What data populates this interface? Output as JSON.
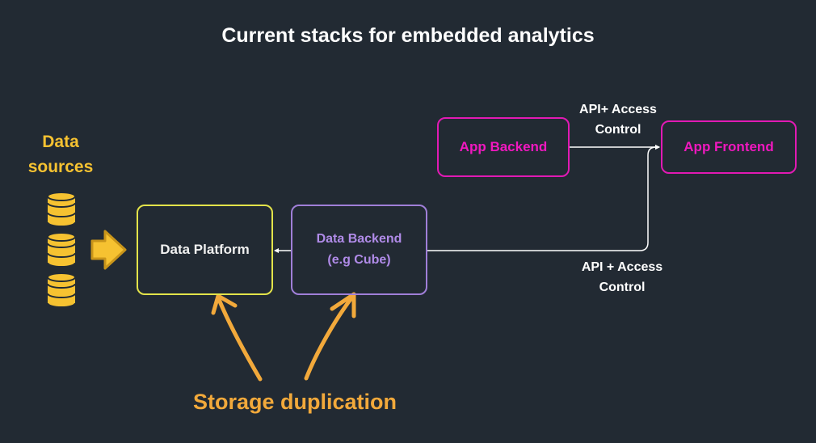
{
  "title": "Current stacks for embedded analytics",
  "sources": {
    "line1": "Data",
    "line2": "sources"
  },
  "boxes": {
    "data_platform": "Data Platform",
    "data_backend_line1": "Data Backend",
    "data_backend_line2": "(e.g Cube)",
    "app_backend": "App Backend",
    "app_frontend": "App Frontend"
  },
  "connections": {
    "top_line1": "API+ Access",
    "top_line2": "Control",
    "bottom_line1": "API + Access",
    "bottom_line2": "Control"
  },
  "annotation": "Storage duplication",
  "colors": {
    "background": "#222a33",
    "source_yellow": "#f6c231",
    "platform_border": "#e3e34a",
    "backend_purple": "#a07fd8",
    "app_magenta": "#e11ab4",
    "annotation_orange": "#f2a93b"
  },
  "icons": [
    "database-icon",
    "arrow-right-icon",
    "hand-drawn-arrow-icon"
  ]
}
